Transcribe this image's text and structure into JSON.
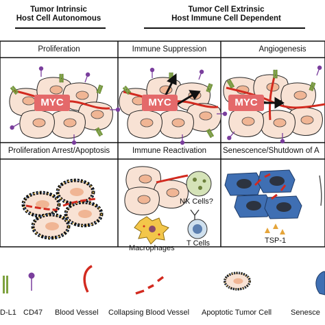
{
  "headers": {
    "left_line1": "Tumor Intrinsic",
    "left_line2": "Host Cell Autonomous",
    "right_line1": "Tumor Cell Extrinsic",
    "right_line2": "Host Immune Cell Dependent"
  },
  "top_row": {
    "col1": "Proliferation",
    "col2": "Immune Suppression",
    "col3": "Angiogenesis"
  },
  "bottom_row": {
    "col1": "Proliferation Arrest/Apoptosis",
    "col2": "Immune Reactivation",
    "col3": "Senescence/Shutdown of A"
  },
  "myc_label": "MYC",
  "cell_labels": {
    "nk": "NK Cells?",
    "macrophages": "Macrophages",
    "tcells": "T Cells",
    "tsp1": "TSP-1"
  },
  "legend": {
    "pdl1": "D-L1",
    "cd47": "CD47",
    "blood_vessel": "Blood Vessel",
    "collapsing": "Collapsing Blood Vessel",
    "apoptotic": "Apoptotic Tumor Cell",
    "senescent": "Senesce"
  },
  "colors": {
    "myc_box": "#e4696a",
    "tumor_cell": "#f8e2d4",
    "nucleus": "#f0b594",
    "pdl1": "#7ea23f",
    "cd47": "#7a3e9d",
    "vessel": "#d22a1f",
    "senescent_cell": "#3f6fb3",
    "senescent_nucleus": "#2c3340",
    "macrophage": "#f3c64a",
    "tsp1": "#e5a53a"
  }
}
